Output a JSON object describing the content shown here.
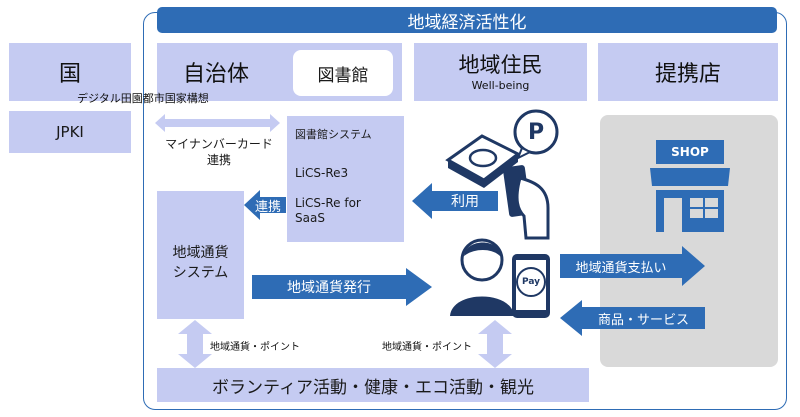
{
  "banner": "地域経済活性化",
  "columns": {
    "country": "国",
    "local_gov": "自治体",
    "library_btn": "図書館",
    "residents": "地域住民",
    "residents_sub": "Well-being",
    "partner_store": "提携店"
  },
  "digital_concept": "デジタル田園都市国家構想",
  "jpki": "JPKI",
  "mynumber_link": "マイナンバーカード\n連携",
  "library_system": {
    "title": "図書館システム",
    "item1": "LiCS-Re3",
    "item2": "LiCS-Re for\nSaaS"
  },
  "arrows": {
    "link": "連携",
    "use": "利用",
    "issue": "地域通貨発行",
    "payment": "地域通貨支払い",
    "goods": "商品・サービス"
  },
  "currency_system": "地域通貨\nシステム",
  "points_left": "地域通貨・ポイント",
  "points_right": "地域通貨・ポイント",
  "activities": "ボランティア活動・健康・エコ活動・観光",
  "icons": {
    "parking": "P",
    "shop": "SHOP",
    "pay": "Pay"
  },
  "colors": {
    "dark_blue": "#2e6cb5",
    "light_blue": "#c5cbf2",
    "grey": "#d9d9d9",
    "icon_navy": "#1f3864"
  }
}
